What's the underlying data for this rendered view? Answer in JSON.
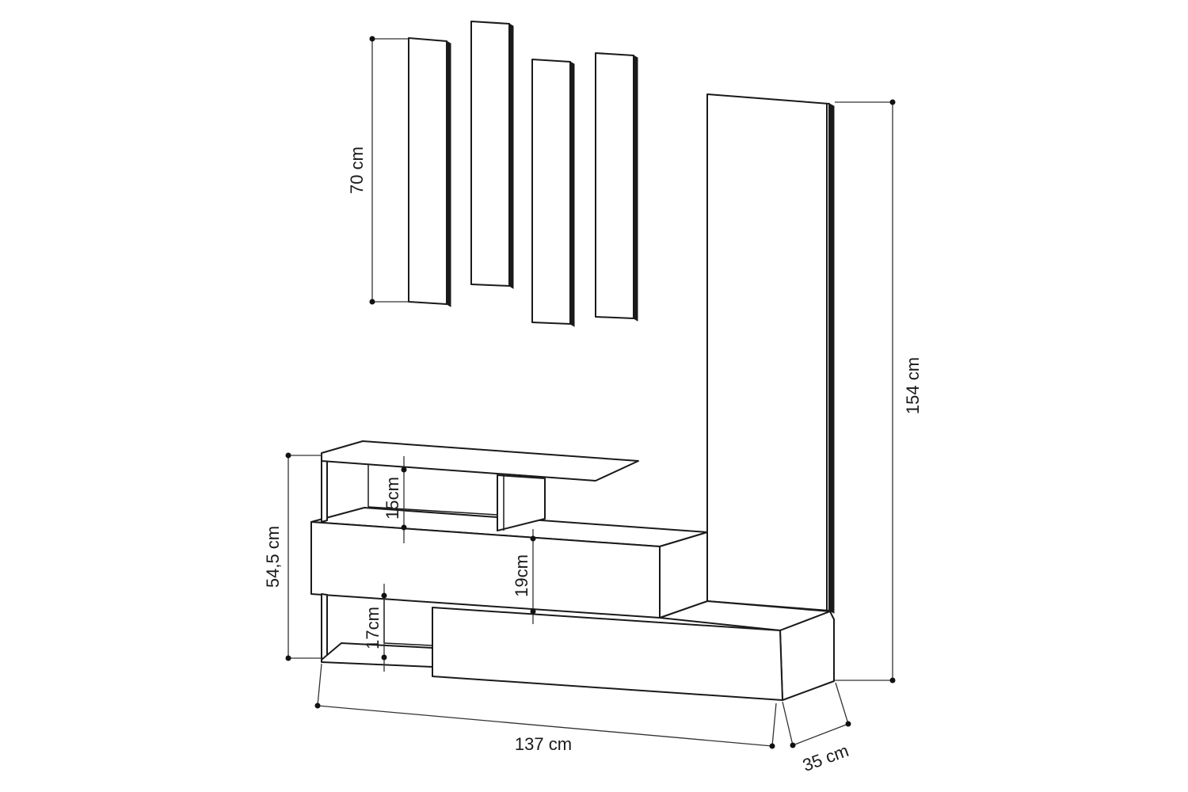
{
  "dimensions": {
    "panel_height": "70 cm",
    "total_height": "154 cm",
    "unit_height": "54,5 cm",
    "shelf_gap_top": "15cm",
    "drawer_height": "19cm",
    "shelf_gap_bottom": "17cm",
    "total_width": "137 cm",
    "depth": "35 cm"
  },
  "colors": {
    "line": "#1a1a1a",
    "background": "#ffffff"
  }
}
